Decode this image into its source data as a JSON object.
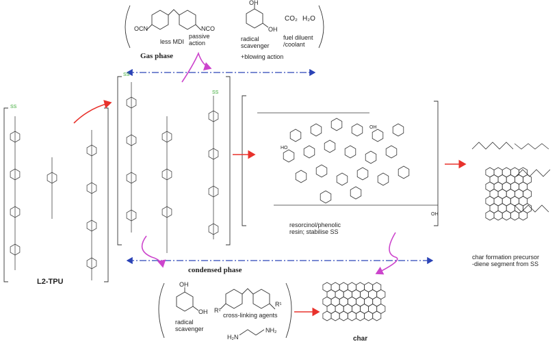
{
  "title": "",
  "colors": {
    "ink": "#333333",
    "red_arrow": "#e8322c",
    "magenta_arrow": "#cc44cc",
    "dashdot_line": "#2b43b6",
    "ss_label": "#3aa935",
    "heteroatom_blue": "#3d4bd6",
    "heteroatom_red": "#d23b3b"
  },
  "labels": {
    "l2tpu": "L2-TPU",
    "gas_phase": "Gas phase",
    "condensed_phase": "condensed phase",
    "char": "char",
    "ss": "SS",
    "ss_right": "SS",
    "gas_products": {
      "ocn": "OCN",
      "nco": "NCO",
      "less_mdi": "less MDI",
      "passive_action": "passive\naction",
      "oh_top": "OH",
      "oh_bottom": "OH",
      "radical_scavenger": "radical\nscavenger",
      "blowing_action": "+blowing action",
      "co2": "CO₂",
      "h2o": "H₂O",
      "fuel_diluent": "fuel diluent\n/coolant"
    },
    "resin": {
      "caption": "resorcinol/phenolic\nresin; stabilise SS",
      "oh": "HO",
      "oh2": "OH",
      "ho_end": "OH"
    },
    "char_precursor": "char formation precursor\n-diene segment from SS",
    "condensed_products": {
      "oh_top": "OH",
      "oh_bottom": "OH",
      "radical_scavenger": "radical\nscavenger",
      "cross_linking": "cross-linking agents",
      "r1_left": "R¹",
      "r1_right": "R¹",
      "h2n": "H₂N",
      "nh2": "NH₂"
    }
  }
}
